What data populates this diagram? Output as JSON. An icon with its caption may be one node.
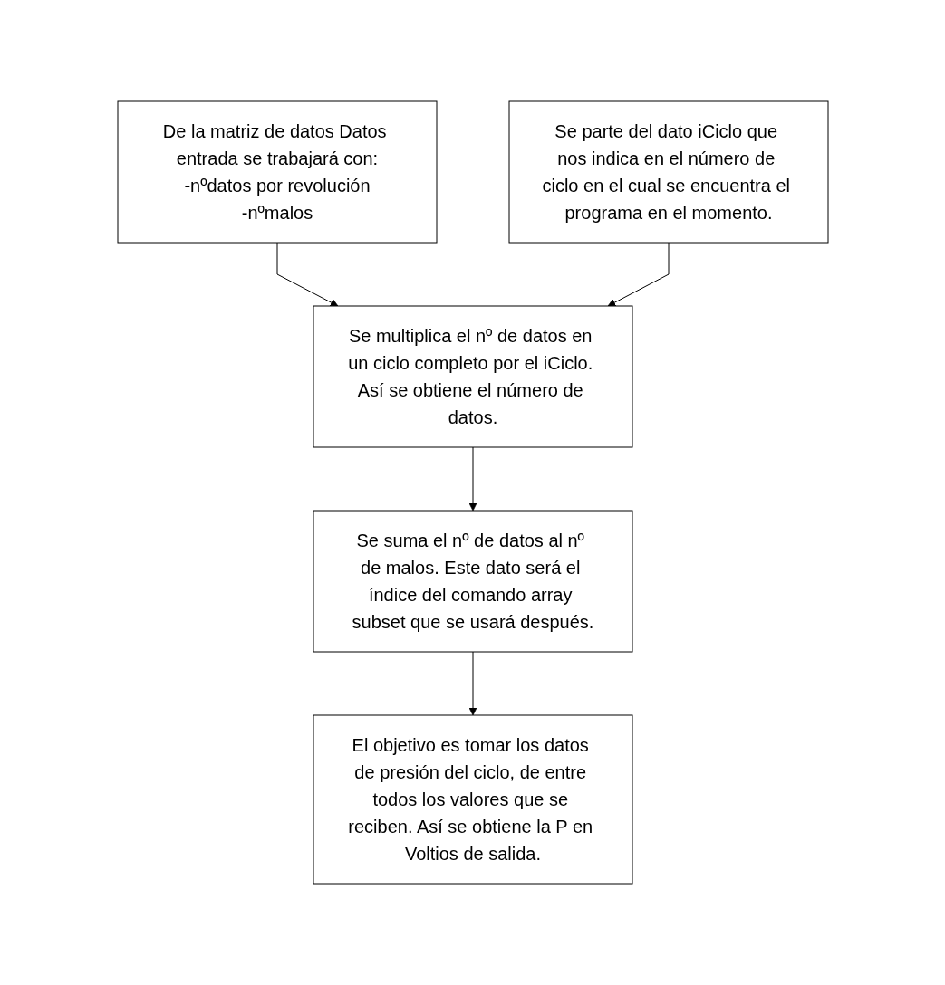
{
  "diagram": {
    "nodes": [
      {
        "text": [
          "De la matriz de datos Datos entrada se trabajará con:",
          "-nºdatos por revolución",
          "-nºmalos"
        ]
      },
      {
        "text": [
          "Se parte del dato iCiclo que nos indica en el número de ciclo en el cual se encuentra el programa en el momento."
        ]
      },
      {
        "text": [
          "Se multiplica el nº de datos en un ciclo completo por el iCiclo. Así se obtiene el número de datos."
        ]
      },
      {
        "text": [
          "Se suma el nº de datos al nº de malos. Este dato será el índice del comando array subset que se usará después."
        ]
      },
      {
        "text": [
          "El objetivo es tomar los datos de presión del ciclo, de entre todos los valores que se reciben. Así se obtiene la P en Voltios de salida."
        ]
      }
    ],
    "edges": [
      {
        "from": 0,
        "to": 2,
        "arrow": "to"
      },
      {
        "from": 1,
        "to": 2,
        "arrow": "to"
      },
      {
        "from": 2,
        "to": 3,
        "arrow": "to"
      },
      {
        "from": 3,
        "to": 4,
        "arrow": "to"
      }
    ]
  }
}
